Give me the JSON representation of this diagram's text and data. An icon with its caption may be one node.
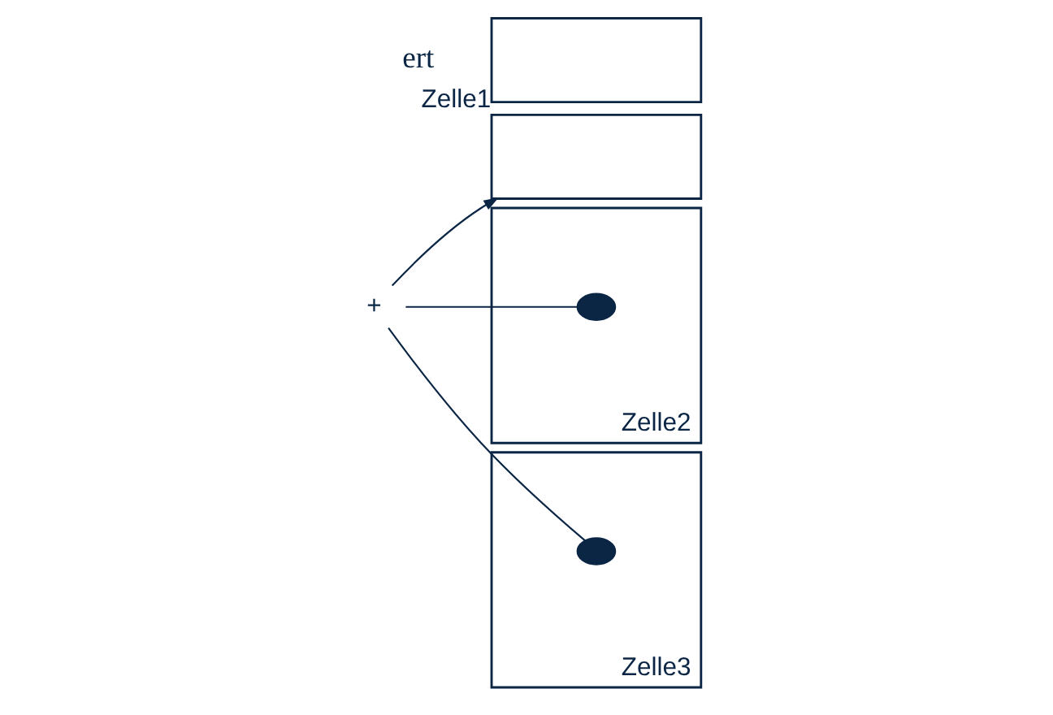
{
  "diagram": {
    "nodes": [
      {
        "text": [],
        "shape": "box"
      },
      {
        "text": [],
        "shape": "box",
        "beside": [
          "Zelle1"
        ]
      },
      {
        "text": [],
        "shape": "box",
        "beside": [
          "Zelle2"
        ]
      },
      {
        "text": [],
        "shape": "box",
        "beside": [
          "Zelle3"
        ]
      },
      {
        "text": [],
        "shape": "circle",
        "in": 2
      },
      {
        "text": [],
        "shape": "circle",
        "in": 3
      },
      {
        "text": [
          "+"
        ]
      }
    ],
    "edges": [
      {
        "from": 4,
        "to": 6,
        "arrow": "none"
      },
      {
        "from": 5,
        "to": 6,
        "arrow": "none"
      },
      {
        "from": 6,
        "to": 1,
        "arrow": "to"
      }
    ],
    "labels": [
      "ert"
    ]
  }
}
